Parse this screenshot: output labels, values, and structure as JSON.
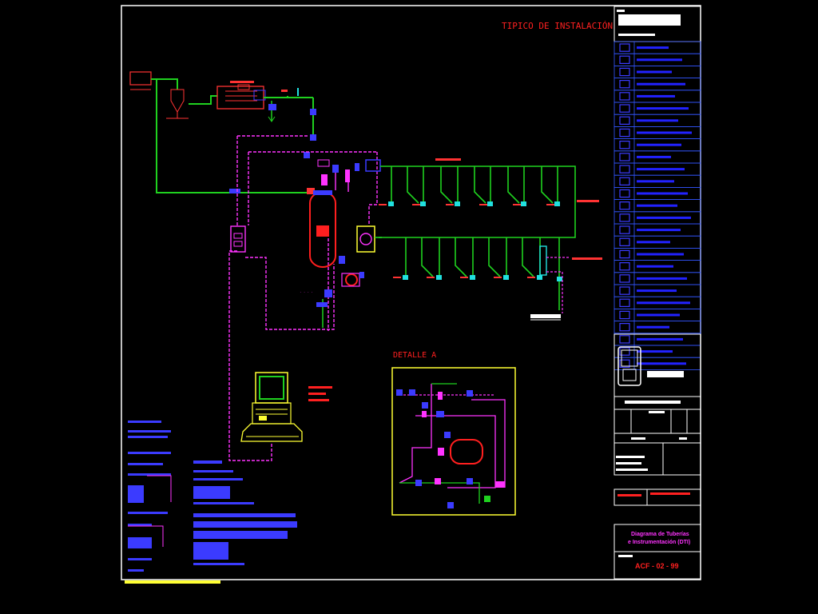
{
  "drawing": {
    "title": "TIPICO DE INSTALACIÓN",
    "detail_label": "DETALLE A",
    "caption_line1": "Diagrama de Tuberías",
    "caption_line2": "e Instrumentación (DTI)",
    "sheet_code": "ACF - 02 - 99"
  },
  "colors": {
    "background": "#000000",
    "border": "#ffffff",
    "pipe_green": "#1fd11f",
    "instrument_magenta": "#ff33ff",
    "vessel_red": "#ff1f1f",
    "valve_blue": "#3b3bff",
    "fitting_cyan": "#21e0e0",
    "detail_frame": "#ffff33",
    "title_red": "#ff2020",
    "legend_blue": "#2222ff"
  },
  "legend_rows": 27
}
